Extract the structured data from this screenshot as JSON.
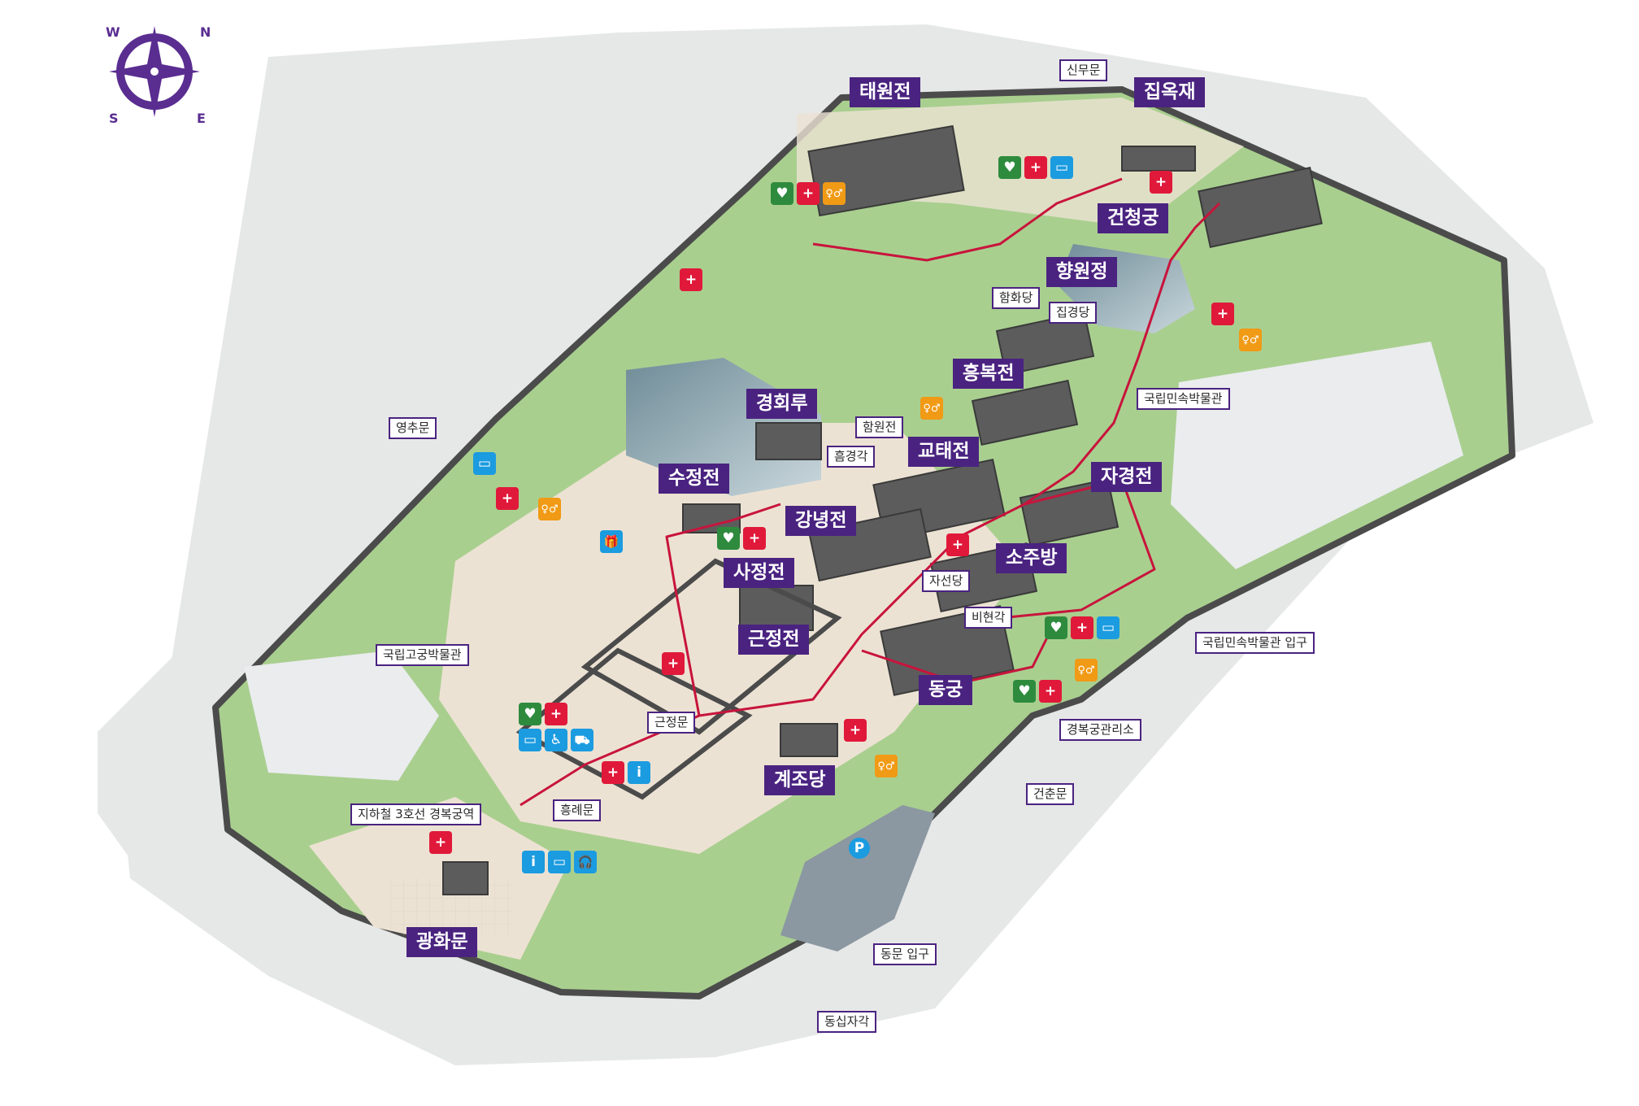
{
  "colors": {
    "label_bg": "#4a2380",
    "route": "#c8143c",
    "grass": "#a9cf8f",
    "path": "#ece2d3",
    "wall": "#4b4b4b",
    "road": "#e3e4e4",
    "pond": "#8aa4ae",
    "parking": "#8b97a1",
    "first_aid": "#e0193a",
    "aed": "#2e8b3e",
    "toilet": "#f09a15",
    "info": "#1b9be0"
  },
  "compass": {
    "letters": [
      "W",
      "N",
      "S",
      "E"
    ]
  },
  "major_labels": [
    "태원전",
    "집옥재",
    "건청궁",
    "향원정",
    "흥복전",
    "경회루",
    "교태전",
    "수정전",
    "강녕전",
    "자경전",
    "사정전",
    "소주방",
    "근정전",
    "동궁",
    "계조당",
    "광화문"
  ],
  "minor_labels": [
    "신무문",
    "함화당",
    "집경당",
    "국립민속박물관",
    "영추문",
    "함원전",
    "흠경각",
    "자선당",
    "비현각",
    "국립민속박물관 입구",
    "국립고궁박물관",
    "근정문",
    "경복궁관리소",
    "건춘문",
    "지하철 3호선 경복궁역",
    "흥례문",
    "동문 입구",
    "동십자각"
  ],
  "icons": {
    "first_aid": "+",
    "aed": "♥",
    "toilet": "♀♂",
    "info": "i",
    "locker": "▭",
    "gift": "🎁",
    "wheelchair": "♿",
    "stroller": "⛟",
    "audio": "🎧",
    "parking": "P"
  }
}
